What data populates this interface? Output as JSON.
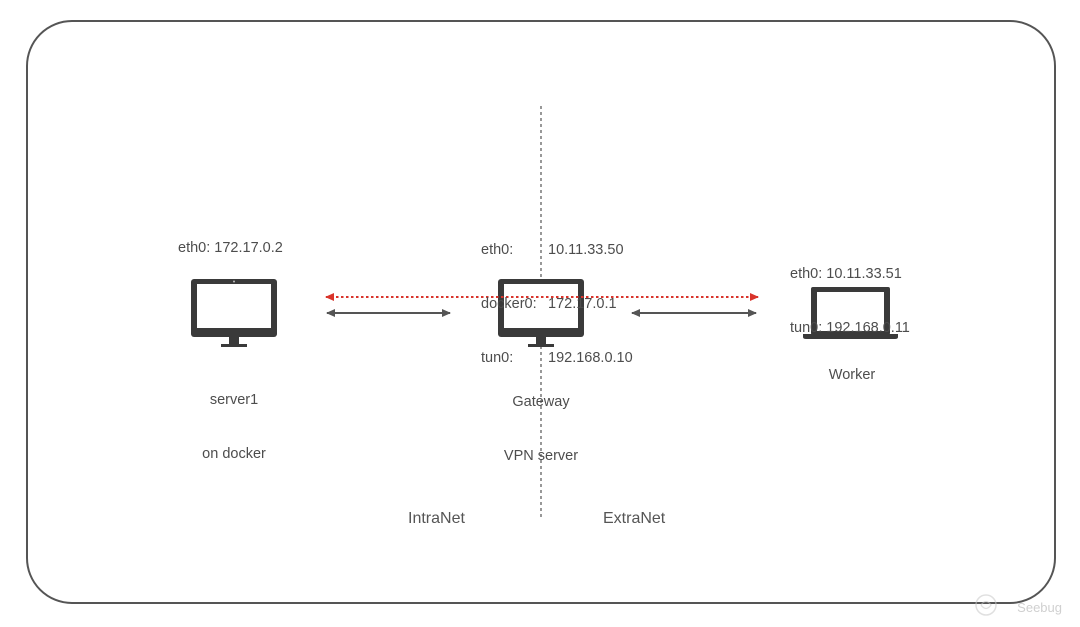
{
  "nodes": {
    "server": {
      "iface": "eth0: 172.17.0.2",
      "name_line1": "server1",
      "name_line2": "on docker"
    },
    "gateway": {
      "iface_names": [
        "eth0:",
        "docker0:",
        "tun0:"
      ],
      "iface_addrs": [
        "10.11.33.50",
        "172.17.0.1",
        "192.168.0.10"
      ],
      "name_line1": "Gateway",
      "name_line2": "VPN server"
    },
    "worker": {
      "iface_line1": "eth0: 10.11.33.51",
      "iface_line2": "tun0: 192.168.0.11",
      "name": "Worker"
    }
  },
  "zones": {
    "left": "IntraNet",
    "right": "ExtraNet"
  },
  "watermark": "Seebug",
  "colors": {
    "device": "#3a3a3a",
    "arrow": "#555555",
    "tunnel": "#d9342b",
    "divider": "#555555",
    "frame": "#555555"
  }
}
